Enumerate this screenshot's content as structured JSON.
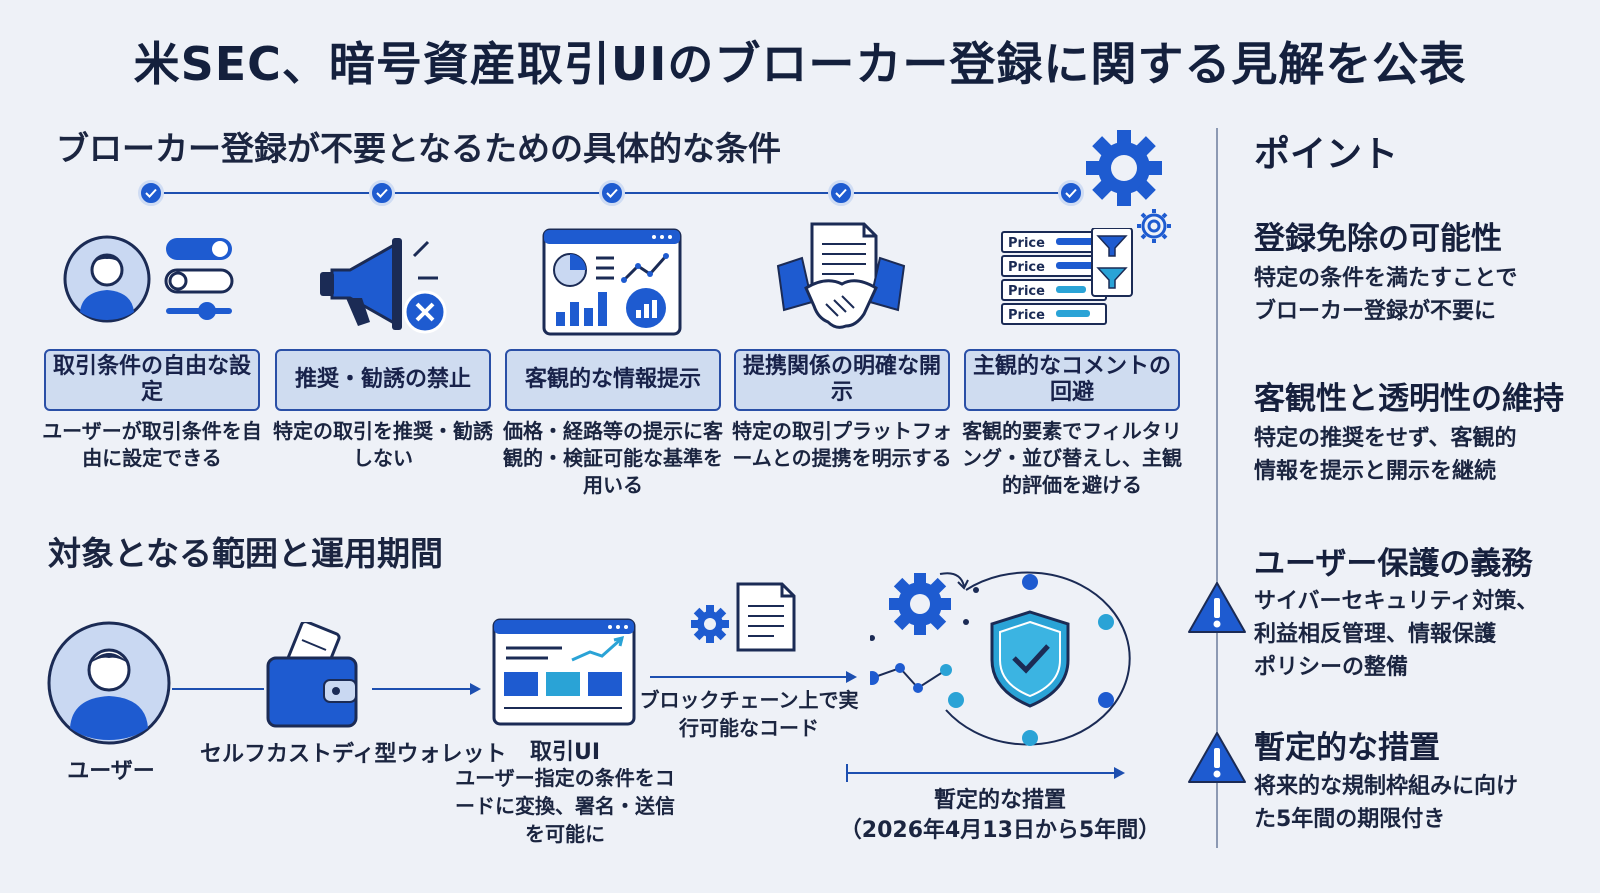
{
  "title": "米SEC、暗号資産取引UIのブローカー登録に関する見解を公表",
  "conditions": {
    "heading": "ブローカー登録が不要となるための具体的な条件",
    "items": [
      {
        "label": "取引条件の自由な設定",
        "desc": "ユーザーが取引条件を自由に設定できる",
        "icon": "user-settings-icon"
      },
      {
        "label": "推奨・勧誘の禁止",
        "desc": "特定の取引を推奨・勧誘しない",
        "icon": "megaphone-prohibited-icon"
      },
      {
        "label": "客観的な情報提示",
        "desc": "価格・経路等の提示に客観的・検証可能な基準を用いる",
        "icon": "dashboard-chart-icon"
      },
      {
        "label": "提携関係の明確な開示",
        "desc": "特定の取引プラットフォームとの提携を明示する",
        "icon": "handshake-document-icon"
      },
      {
        "label": "主観的なコメントの回避",
        "desc": "客観的要素でフィルタリング・並び替えし、主観的評価を避ける",
        "icon": "price-filter-icon"
      }
    ],
    "price_label": "Price"
  },
  "scope": {
    "heading": "対象となる範囲と運用期間",
    "user_label": "ユーザー",
    "wallet_label": "セルフカストディ型ウォレット",
    "ui_label": "取引UI",
    "ui_desc": "ユーザー指定の条件をコードに変換、署名・送信を可能に",
    "code_label": "ブロックチェーン上で実行可能なコード",
    "period_label": "暫定的な措置",
    "period_desc": "（2026年4月13日から5年間）"
  },
  "points": {
    "heading": "ポイント",
    "items": [
      {
        "title": "登録免除の可能性",
        "text": [
          "特定の条件を満たすことで",
          "ブローカー登録が不要に"
        ],
        "warning": false
      },
      {
        "title": "客観性と透明性の維持",
        "text": [
          "特定の推奨をせず、客観的",
          "情報を提示と開示を継続"
        ],
        "warning": false
      },
      {
        "title": "ユーザー保護の義務",
        "text": [
          "サイバーセキュリティ対策、",
          "利益相反管理、情報保護",
          "ポリシーの整備"
        ],
        "warning": true
      },
      {
        "title": "暫定的な措置",
        "text": [
          "将来的な規制枠組みに向け",
          "た5年間の期限付き"
        ],
        "warning": true
      }
    ]
  },
  "colors": {
    "accent": "#1e5bd0",
    "dark": "#14203d",
    "light_box": "#cfdcf0",
    "teal": "#2aa3d6"
  }
}
